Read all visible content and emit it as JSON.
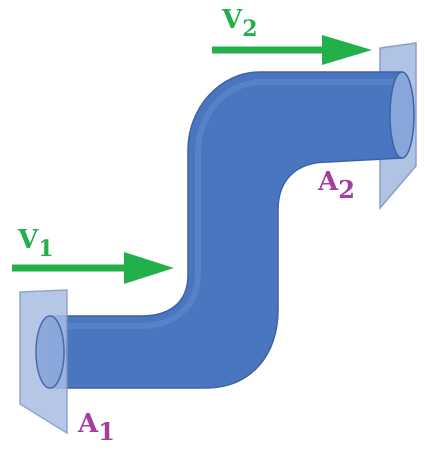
{
  "diagram": {
    "labels": {
      "v1": {
        "main": "V",
        "sub": "1"
      },
      "v2": {
        "main": "V",
        "sub": "2"
      },
      "a1": {
        "main": "A",
        "sub": "1"
      },
      "a2": {
        "main": "A",
        "sub": "2"
      }
    },
    "colors": {
      "pipe": "#4a76c0",
      "pipe_edge": "#3c62a8",
      "cross_section": "#a9bde2",
      "cross_section_edge": "#7d95c7",
      "velocity": "#22b04b",
      "area_label": "#a33d9e",
      "velocity_label": "#22b04b"
    }
  }
}
